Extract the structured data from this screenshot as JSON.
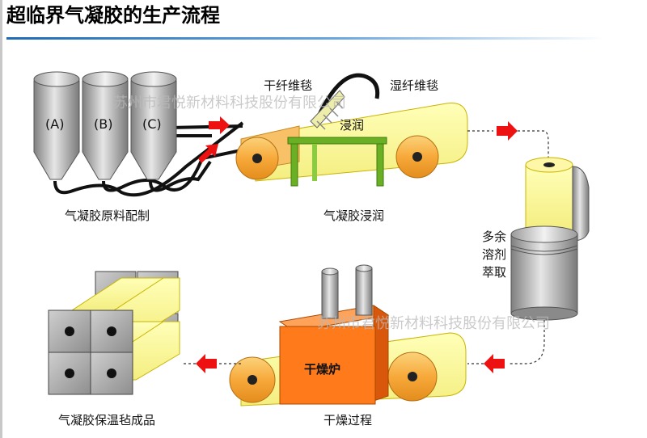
{
  "title": "超临界气凝胶的生产流程",
  "watermark": "苏州市君悦新材料科技股份有限公司",
  "tanks": [
    "(A)",
    "(B)",
    "(C)"
  ],
  "labels": {
    "dry_felt": "干纤维毯",
    "wet_felt": "湿纤维毯",
    "soak": "浸润",
    "dryer": "干燥炉"
  },
  "stages": {
    "raw_mix": "气凝胶原料配制",
    "impregnation": "气凝胶浸润",
    "extraction": [
      "多余",
      "溶剂",
      "萃取"
    ],
    "drying": "干燥过程",
    "product": "气凝胶保温毡成品"
  },
  "colors": {
    "felt": "#ffff99",
    "roller": "#f7b24a",
    "stand": "#66aa22",
    "dryer": "#ff7a1a",
    "arrow": "#ee1111",
    "steel": "#a8a8a8",
    "title_rule": "#1f6bb5"
  },
  "icons": [
    "arrow-right-icon",
    "arrow-left-icon"
  ]
}
